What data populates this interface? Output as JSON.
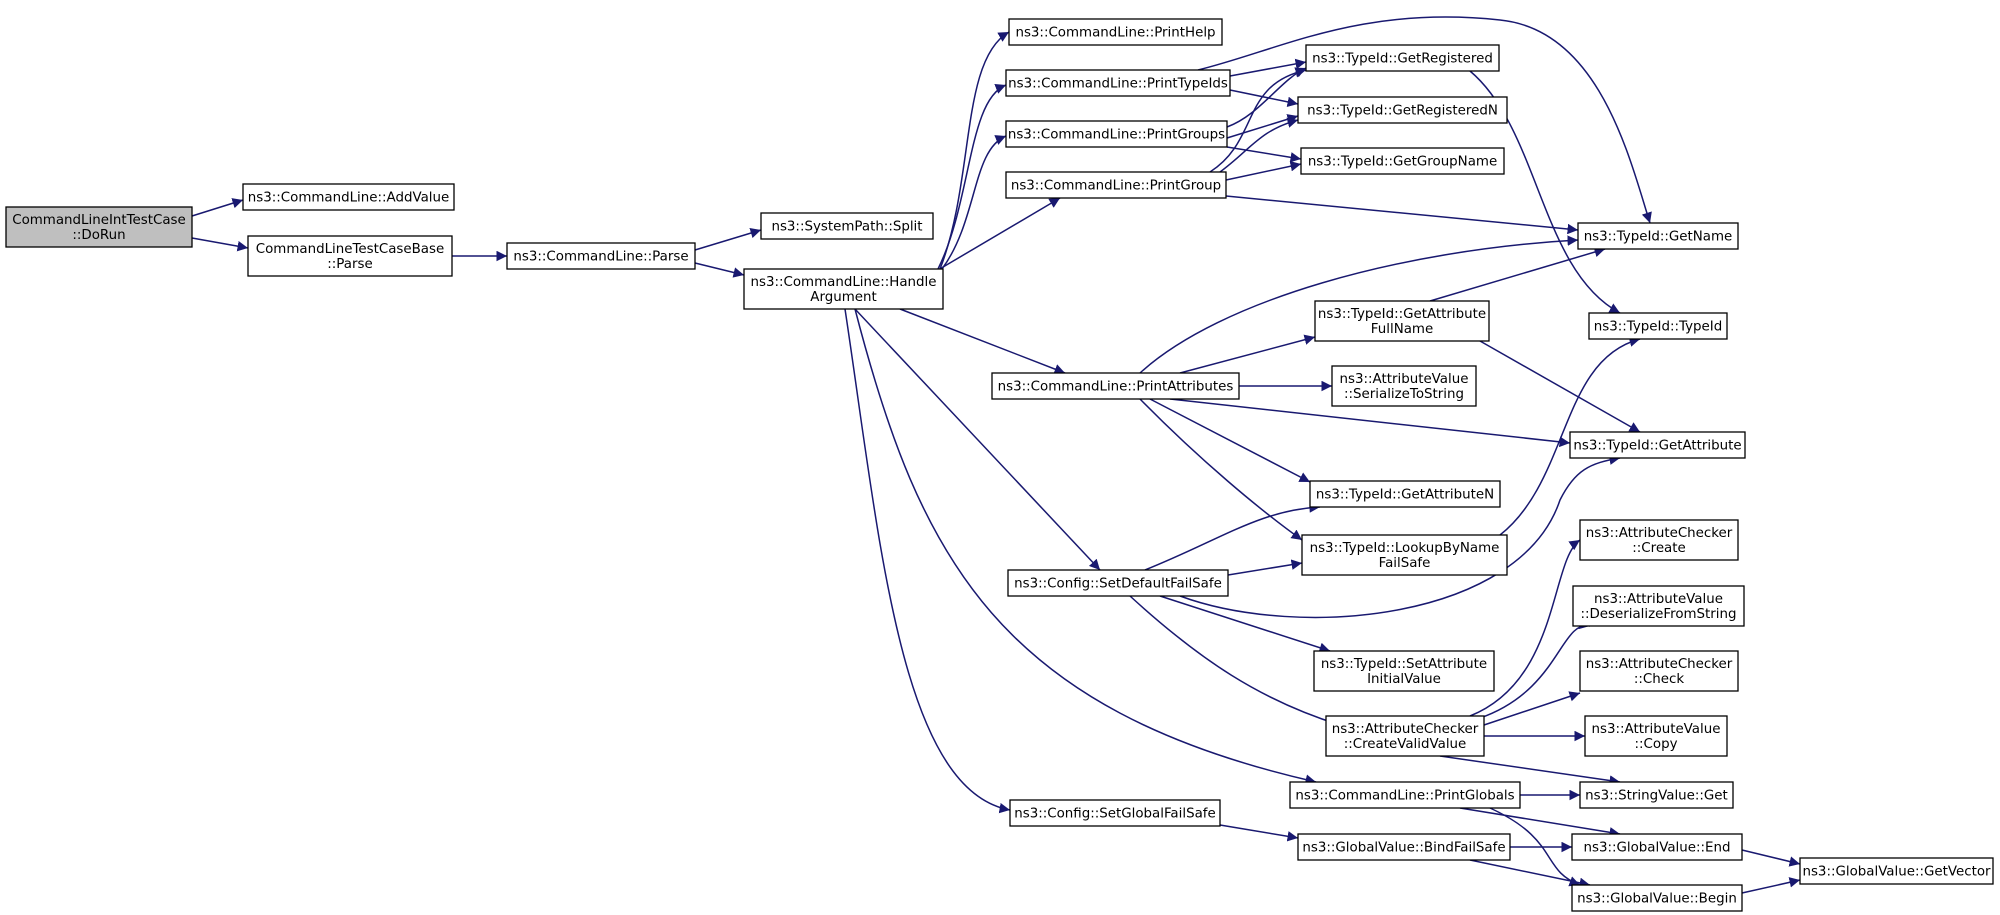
{
  "diagram": {
    "type": "call-graph",
    "colors": {
      "edge": "#191970",
      "root_fill": "#bfbfbf",
      "node_fill": "#ffffff",
      "border": "#000000"
    },
    "nodes": [
      {
        "id": "dorun",
        "lines": [
          "CommandLineIntTestCase",
          "::DoRun"
        ],
        "root": true
      },
      {
        "id": "addvalue",
        "lines": [
          "ns3::CommandLine::AddValue"
        ]
      },
      {
        "id": "tcbparse",
        "lines": [
          "CommandLineTestCaseBase",
          "::Parse"
        ]
      },
      {
        "id": "clparse",
        "lines": [
          "ns3::CommandLine::Parse"
        ]
      },
      {
        "id": "split",
        "lines": [
          "ns3::SystemPath::Split"
        ]
      },
      {
        "id": "handle",
        "lines": [
          "ns3::CommandLine::Handle",
          "Argument"
        ]
      },
      {
        "id": "printhelp",
        "lines": [
          "ns3::CommandLine::PrintHelp"
        ]
      },
      {
        "id": "printtypeids",
        "lines": [
          "ns3::CommandLine::PrintTypeIds"
        ]
      },
      {
        "id": "printgroups",
        "lines": [
          "ns3::CommandLine::PrintGroups"
        ]
      },
      {
        "id": "printgroup",
        "lines": [
          "ns3::CommandLine::PrintGroup"
        ]
      },
      {
        "id": "printattrs",
        "lines": [
          "ns3::CommandLine::PrintAttributes"
        ]
      },
      {
        "id": "setdefault",
        "lines": [
          "ns3::Config::SetDefaultFailSafe"
        ]
      },
      {
        "id": "setglobal",
        "lines": [
          "ns3::Config::SetGlobalFailSafe"
        ]
      },
      {
        "id": "getregistered",
        "lines": [
          "ns3::TypeId::GetRegistered"
        ]
      },
      {
        "id": "getregisteredn",
        "lines": [
          "ns3::TypeId::GetRegisteredN"
        ]
      },
      {
        "id": "getgroupname",
        "lines": [
          "ns3::TypeId::GetGroupName"
        ]
      },
      {
        "id": "getattrfullname",
        "lines": [
          "ns3::TypeId::GetAttribute",
          "FullName"
        ]
      },
      {
        "id": "serialize",
        "lines": [
          "ns3::AttributeValue",
          "::SerializeToString"
        ]
      },
      {
        "id": "getattrn",
        "lines": [
          "ns3::TypeId::GetAttributeN"
        ]
      },
      {
        "id": "lookup",
        "lines": [
          "ns3::TypeId::LookupByName",
          "FailSafe"
        ]
      },
      {
        "id": "setattrinit",
        "lines": [
          "ns3::TypeId::SetAttribute",
          "InitialValue"
        ]
      },
      {
        "id": "createvalid",
        "lines": [
          "ns3::AttributeChecker",
          "::CreateValidValue"
        ]
      },
      {
        "id": "printglobals",
        "lines": [
          "ns3::CommandLine::PrintGlobals"
        ]
      },
      {
        "id": "bindfailsafe",
        "lines": [
          "ns3::GlobalValue::BindFailSafe"
        ]
      },
      {
        "id": "getname",
        "lines": [
          "ns3::TypeId::GetName"
        ]
      },
      {
        "id": "typeid",
        "lines": [
          "ns3::TypeId::TypeId"
        ]
      },
      {
        "id": "getattribute",
        "lines": [
          "ns3::TypeId::GetAttribute"
        ]
      },
      {
        "id": "checkercreate",
        "lines": [
          "ns3::AttributeChecker",
          "::Create"
        ]
      },
      {
        "id": "deserialize",
        "lines": [
          "ns3::AttributeValue",
          "::DeserializeFromString"
        ]
      },
      {
        "id": "check",
        "lines": [
          "ns3::AttributeChecker",
          "::Check"
        ]
      },
      {
        "id": "copy",
        "lines": [
          "ns3::AttributeValue",
          "::Copy"
        ]
      },
      {
        "id": "stringget",
        "lines": [
          "ns3::StringValue::Get"
        ]
      },
      {
        "id": "gvend",
        "lines": [
          "ns3::GlobalValue::End"
        ]
      },
      {
        "id": "gvbegin",
        "lines": [
          "ns3::GlobalValue::Begin"
        ]
      },
      {
        "id": "getvector",
        "lines": [
          "ns3::GlobalValue::GetVector"
        ]
      }
    ],
    "edges": [
      [
        "dorun",
        "addvalue"
      ],
      [
        "dorun",
        "tcbparse"
      ],
      [
        "tcbparse",
        "clparse"
      ],
      [
        "clparse",
        "split"
      ],
      [
        "clparse",
        "handle"
      ],
      [
        "handle",
        "printhelp"
      ],
      [
        "handle",
        "printtypeids"
      ],
      [
        "handle",
        "printgroups"
      ],
      [
        "handle",
        "printgroup"
      ],
      [
        "handle",
        "printattrs"
      ],
      [
        "handle",
        "setdefault"
      ],
      [
        "handle",
        "setglobal"
      ],
      [
        "handle",
        "printglobals"
      ],
      [
        "printtypeids",
        "getregistered"
      ],
      [
        "printtypeids",
        "getregisteredn"
      ],
      [
        "printtypeids",
        "getname"
      ],
      [
        "printgroups",
        "getregistered"
      ],
      [
        "printgroups",
        "getregisteredn"
      ],
      [
        "printgroups",
        "getgroupname"
      ],
      [
        "printgroup",
        "getregistered"
      ],
      [
        "printgroup",
        "getregisteredn"
      ],
      [
        "printgroup",
        "getgroupname"
      ],
      [
        "printgroup",
        "getname"
      ],
      [
        "getregistered",
        "typeid"
      ],
      [
        "printattrs",
        "getname"
      ],
      [
        "printattrs",
        "getattrfullname"
      ],
      [
        "printattrs",
        "serialize"
      ],
      [
        "printattrs",
        "getattribute"
      ],
      [
        "printattrs",
        "getattrn"
      ],
      [
        "printattrs",
        "lookup"
      ],
      [
        "getattrfullname",
        "getname"
      ],
      [
        "getattrfullname",
        "getattribute"
      ],
      [
        "lookup",
        "typeid"
      ],
      [
        "setdefault",
        "getattrn"
      ],
      [
        "setdefault",
        "lookup"
      ],
      [
        "setdefault",
        "getattribute"
      ],
      [
        "setdefault",
        "setattrinit"
      ],
      [
        "setdefault",
        "createvalid"
      ],
      [
        "createvalid",
        "checkercreate"
      ],
      [
        "createvalid",
        "deserialize"
      ],
      [
        "createvalid",
        "check"
      ],
      [
        "createvalid",
        "copy"
      ],
      [
        "createvalid",
        "stringget"
      ],
      [
        "printglobals",
        "stringget"
      ],
      [
        "printglobals",
        "gvend"
      ],
      [
        "printglobals",
        "gvbegin"
      ],
      [
        "setglobal",
        "bindfailsafe"
      ],
      [
        "bindfailsafe",
        "gvend"
      ],
      [
        "bindfailsafe",
        "gvbegin"
      ],
      [
        "gvend",
        "getvector"
      ],
      [
        "gvbegin",
        "getvector"
      ]
    ]
  }
}
